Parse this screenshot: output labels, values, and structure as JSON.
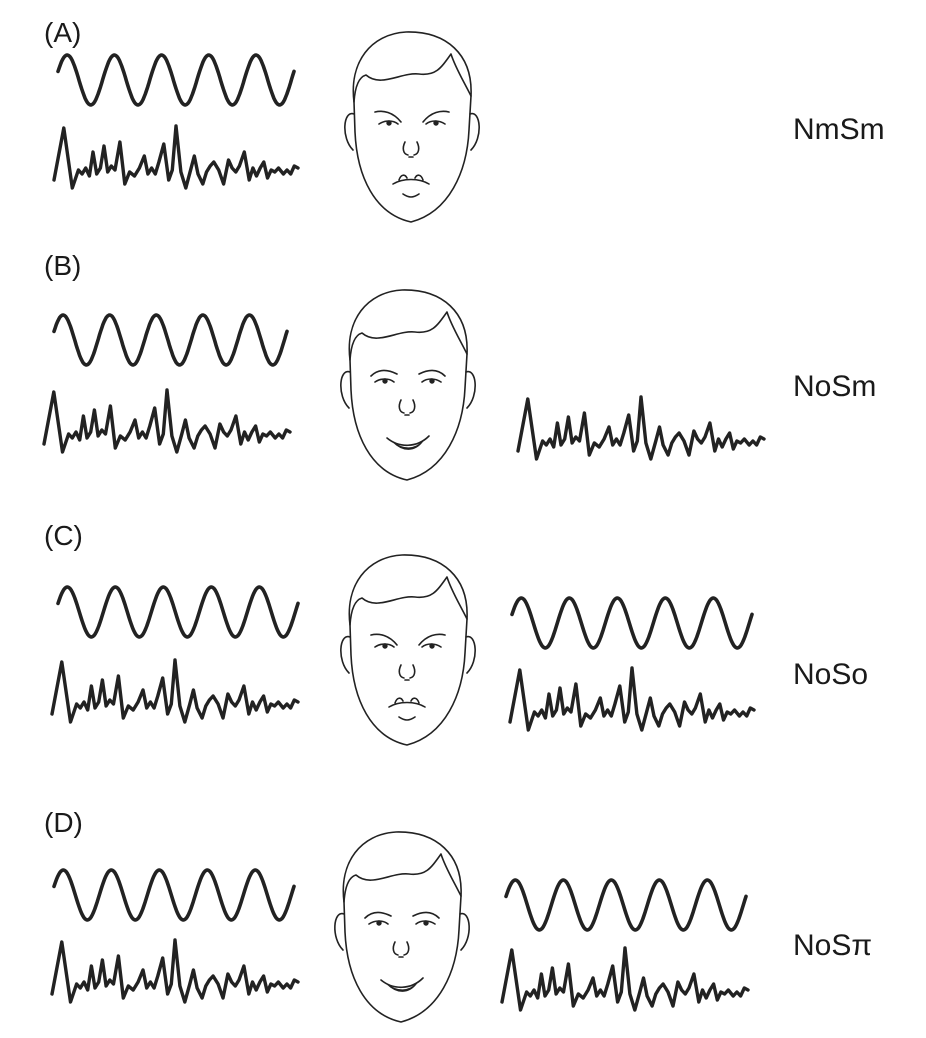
{
  "figure": {
    "panels": [
      {
        "id": "A",
        "label": "(A)",
        "condition": "NmSm",
        "expression": "frown",
        "right_signal": false,
        "right_tone": false
      },
      {
        "id": "B",
        "label": "(B)",
        "condition": "NoSm",
        "expression": "smile",
        "right_signal": true,
        "right_tone": false
      },
      {
        "id": "C",
        "label": "(C)",
        "condition": "NoSo",
        "expression": "frown",
        "right_signal": true,
        "right_tone": true
      },
      {
        "id": "D",
        "label": "(D)",
        "condition": "NoSπ",
        "expression": "smile",
        "right_signal": true,
        "right_tone": true
      }
    ],
    "colors": {
      "ink": "#222222",
      "background": "#ffffff"
    }
  }
}
